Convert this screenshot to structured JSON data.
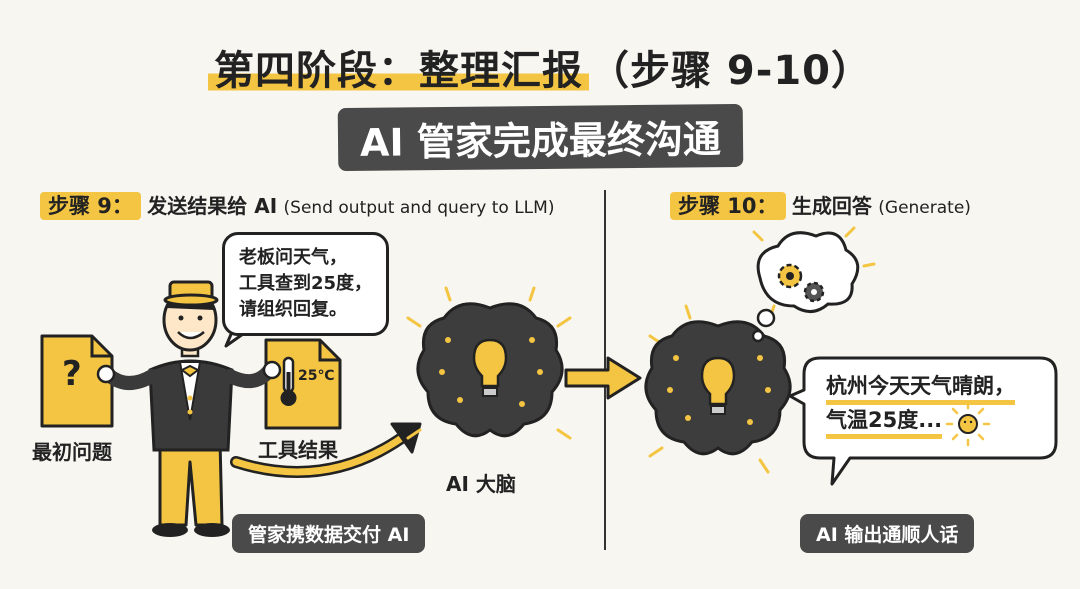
{
  "header": {
    "title_highlight": "第四阶段：整理汇报",
    "title_rest": "（步骤 9-10）",
    "subtitle": "AI 管家完成最终沟通"
  },
  "step9": {
    "tag": "步骤 9：",
    "title": "发送结果给 AI",
    "english": "(Send output and query to LLM)",
    "bubble_lines": [
      "老板问天气，",
      "工具查到25度，",
      "请组织回复。"
    ],
    "question_doc_label": "最初问题",
    "question_mark": "?",
    "tool_doc_label": "工具结果",
    "thermometer_text": "25℃",
    "brain_label": "AI 大脑",
    "pill": "管家携数据交付 AI"
  },
  "step10": {
    "tag": "步骤 10：",
    "title": "生成回答",
    "english": "(Generate)",
    "answer_line1": "杭州今天天气晴朗，",
    "answer_line2": "气温25度...",
    "pill": "AI 输出通顺人话"
  },
  "colors": {
    "accent": "#f4c542",
    "dark": "#4a4a4a",
    "background": "#f7f6f1"
  }
}
